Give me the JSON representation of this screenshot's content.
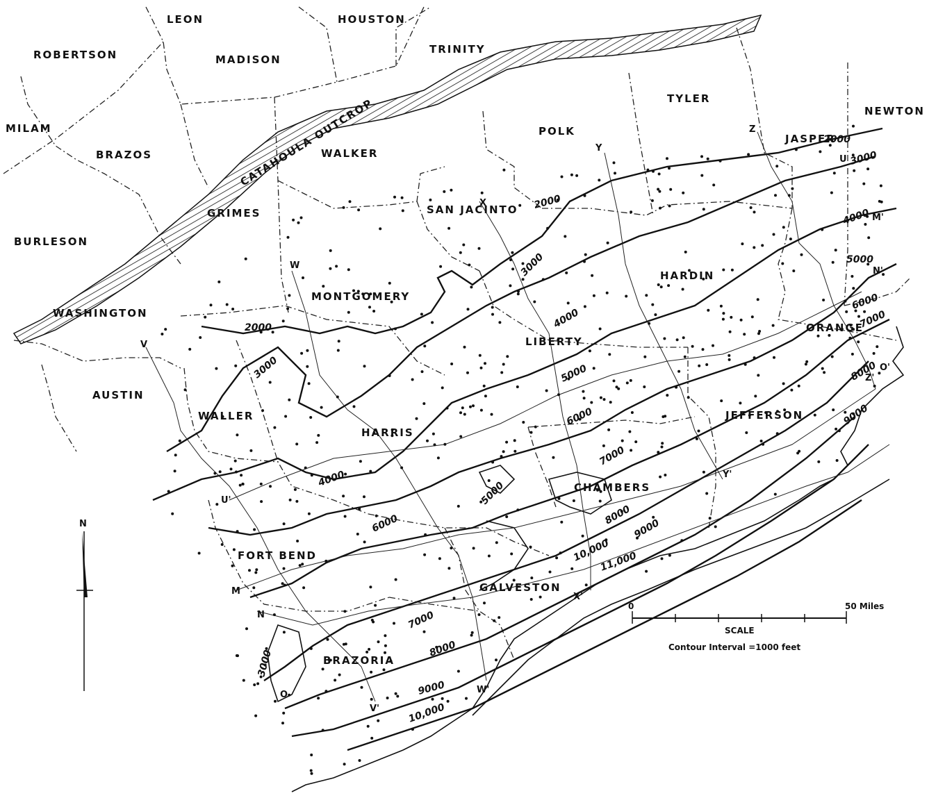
{
  "counties": [
    {
      "name": "LEON"
    },
    {
      "name": "HOUSTON"
    },
    {
      "name": "ROBERTSON"
    },
    {
      "name": "MADISON"
    },
    {
      "name": "TRINITY"
    },
    {
      "name": "TYLER"
    },
    {
      "name": "NEWTON"
    },
    {
      "name": "MILAM"
    },
    {
      "name": "BRAZOS"
    },
    {
      "name": "WALKER"
    },
    {
      "name": "POLK"
    },
    {
      "name": "JASPER"
    },
    {
      "name": "GRIMES"
    },
    {
      "name": "SAN JACINTO"
    },
    {
      "name": "BURLESON"
    },
    {
      "name": "MONTGOMERY"
    },
    {
      "name": "HARDIN"
    },
    {
      "name": "WASHINGTON"
    },
    {
      "name": "LIBERTY"
    },
    {
      "name": "ORANGE"
    },
    {
      "name": "AUSTIN"
    },
    {
      "name": "WALLER"
    },
    {
      "name": "HARRIS"
    },
    {
      "name": "JEFFERSON"
    },
    {
      "name": "CHAMBERS"
    },
    {
      "name": "FORT BEND"
    },
    {
      "name": "GALVESTON"
    },
    {
      "name": "BRAZORIA"
    }
  ],
  "outcrop_label": "CATAHOULA OUTCROP",
  "contour_labels": [
    "2000",
    "2000",
    "2000",
    "3000",
    "3000",
    "3000",
    "3000",
    "4000",
    "4000",
    "4000",
    "5000",
    "5000",
    "5000",
    "6000",
    "6000",
    "6000",
    "7000",
    "7000",
    "7000",
    "8000",
    "8000",
    "8000",
    "9000",
    "9000",
    "9000",
    "10,000",
    "10,000",
    "11,000"
  ],
  "section_labels": [
    "Z",
    "Z'",
    "Y",
    "Y'",
    "X",
    "X'",
    "W",
    "W'",
    "V",
    "V'",
    "U",
    "U'",
    "M",
    "M'",
    "N",
    "N'",
    "O",
    "O'"
  ],
  "north_label": "N",
  "scale": {
    "start": "0",
    "end": "50 Miles",
    "title": "SCALE",
    "note": "Contour Interval =1000 feet"
  }
}
